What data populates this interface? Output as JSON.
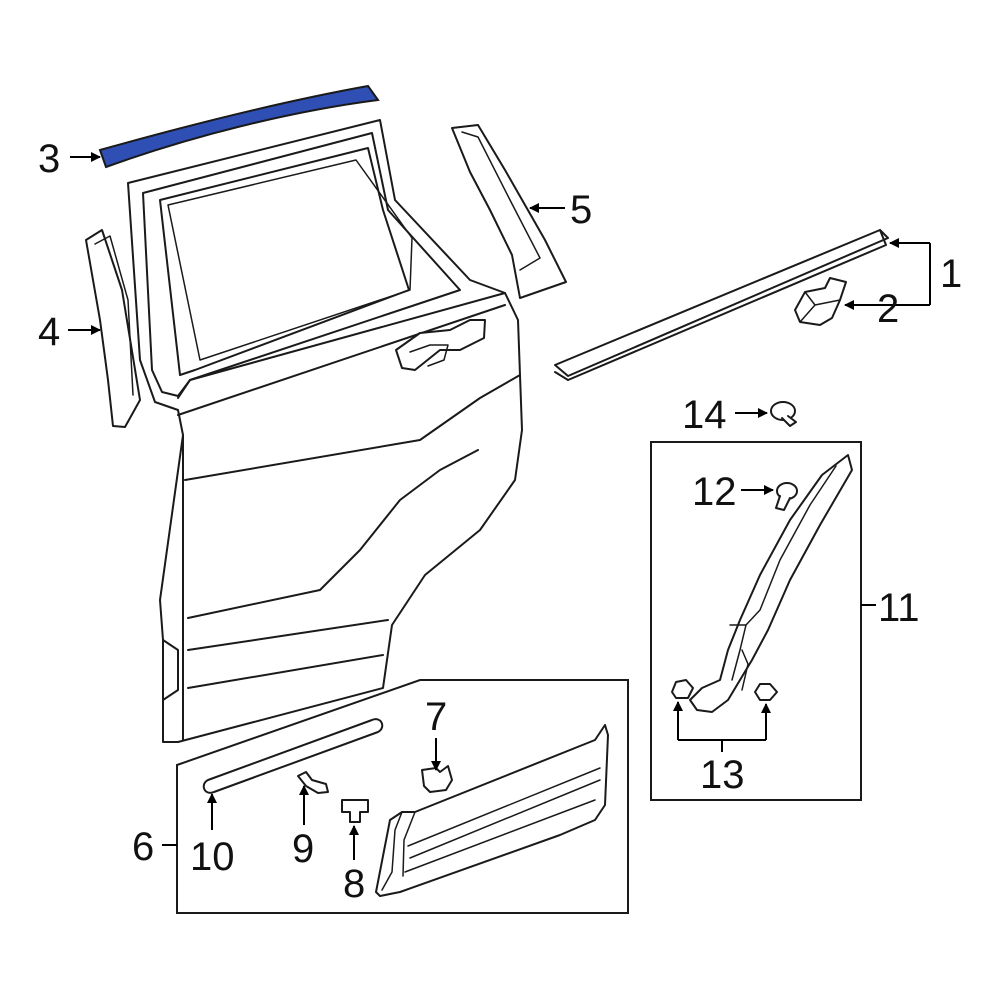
{
  "colors": {
    "highlight_fill": "#2f4fb5",
    "line": "#1a1a1a",
    "background": "#ffffff"
  },
  "highlighted_part": "3",
  "callouts": {
    "c1": "1",
    "c2": "2",
    "c3": "3",
    "c4": "4",
    "c5": "5",
    "c6": "6",
    "c7": "7",
    "c8": "8",
    "c9": "9",
    "c10": "10",
    "c11": "11",
    "c12": "12",
    "c13": "13",
    "c14": "14"
  }
}
